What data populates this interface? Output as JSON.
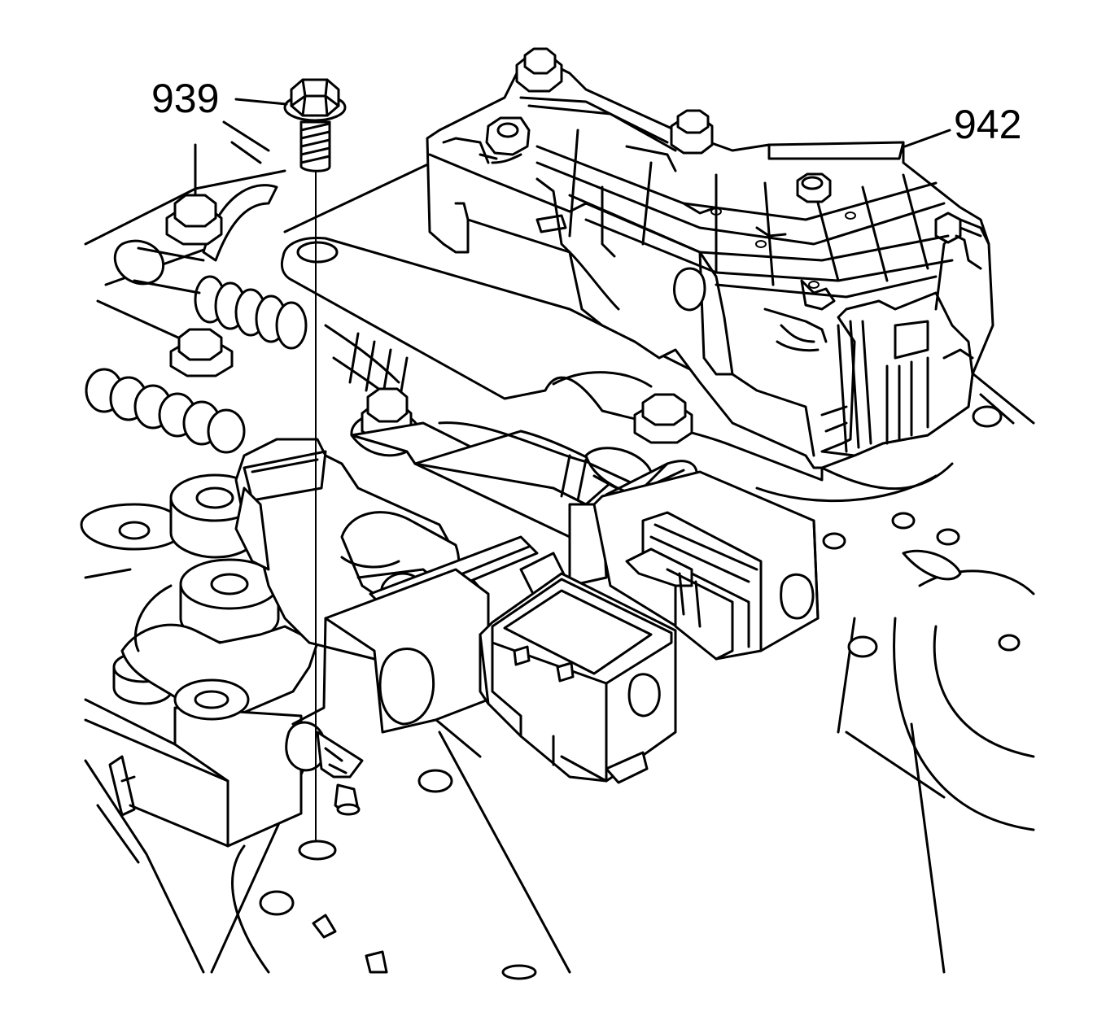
{
  "callouts": [
    {
      "id": "bolt",
      "text": "939"
    },
    {
      "id": "module",
      "text": "942"
    }
  ],
  "colors": {
    "line": "#000000",
    "background": "#ffffff"
  }
}
